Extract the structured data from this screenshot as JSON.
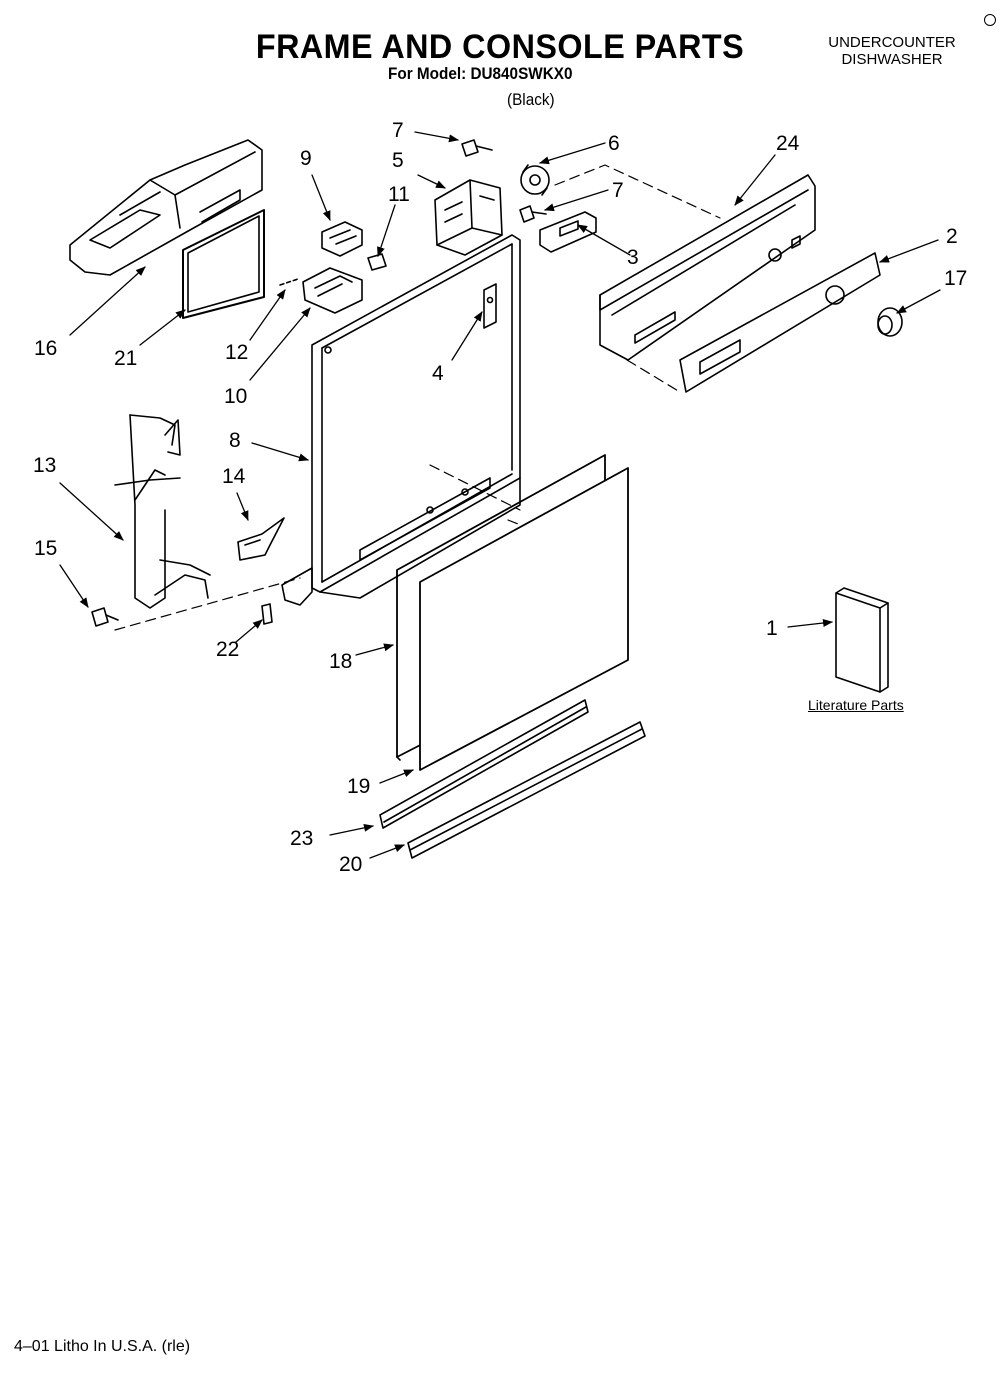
{
  "header": {
    "title": "FRAME AND CONSOLE PARTS",
    "model": "For Model: DU840SWKX0",
    "variant": "(Black)",
    "category_line1": "UNDERCOUNTER",
    "category_line2": "DISHWASHER"
  },
  "callouts": {
    "c1": "1",
    "c2": "2",
    "c3": "3",
    "c4": "4",
    "c5": "5",
    "c6": "6",
    "c7": "7",
    "c8": "8",
    "c9": "9",
    "c10": "10",
    "c11": "11",
    "c12": "12",
    "c13": "13",
    "c14": "14",
    "c15": "15",
    "c16": "16",
    "c17": "17",
    "c18": "18",
    "c19": "19",
    "c20": "20",
    "c21": "21",
    "c22": "22",
    "c23": "23",
    "c24": "24"
  },
  "literature_label": "Literature Parts",
  "footer": "4–01 Litho In U.S.A. (rle)"
}
